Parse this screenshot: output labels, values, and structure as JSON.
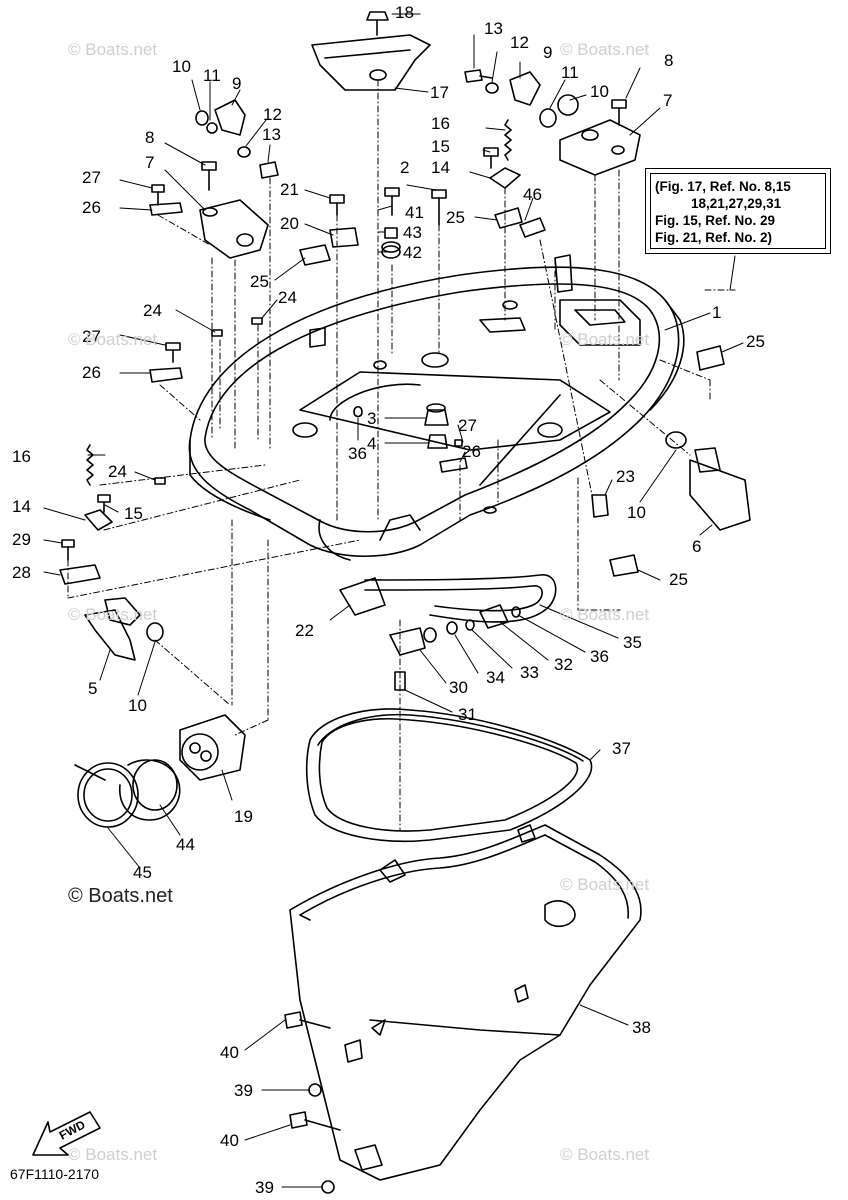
{
  "watermarks": {
    "brand": "© Boats.net"
  },
  "note": {
    "lines": [
      "(Fig. 17, Ref. No. 8,15",
      "18,21,27,29,31",
      "Fig. 15, Ref. No. 29",
      "Fig. 21, Ref. No. 2)"
    ]
  },
  "fwd_label": "FWD",
  "diagram_code": "67F1110-2170",
  "callouts": [
    {
      "num": "18"
    },
    {
      "num": "17"
    },
    {
      "num": "13"
    },
    {
      "num": "12"
    },
    {
      "num": "9"
    },
    {
      "num": "8"
    },
    {
      "num": "11"
    },
    {
      "num": "10"
    },
    {
      "num": "7"
    },
    {
      "num": "16"
    },
    {
      "num": "15"
    },
    {
      "num": "14"
    },
    {
      "num": "46"
    },
    {
      "num": "25"
    },
    {
      "num": "2"
    },
    {
      "num": "41"
    },
    {
      "num": "43"
    },
    {
      "num": "42"
    },
    {
      "num": "21"
    },
    {
      "num": "20"
    },
    {
      "num": "25"
    },
    {
      "num": "24"
    },
    {
      "num": "24"
    },
    {
      "num": "27"
    },
    {
      "num": "26"
    },
    {
      "num": "10"
    },
    {
      "num": "11"
    },
    {
      "num": "9"
    },
    {
      "num": "12"
    },
    {
      "num": "13"
    },
    {
      "num": "8"
    },
    {
      "num": "7"
    },
    {
      "num": "27"
    },
    {
      "num": "26"
    },
    {
      "num": "1"
    },
    {
      "num": "25"
    },
    {
      "num": "3"
    },
    {
      "num": "27"
    },
    {
      "num": "4"
    },
    {
      "num": "26"
    },
    {
      "num": "36"
    },
    {
      "num": "23"
    },
    {
      "num": "10"
    },
    {
      "num": "6"
    },
    {
      "num": "16"
    },
    {
      "num": "24"
    },
    {
      "num": "15"
    },
    {
      "num": "14"
    },
    {
      "num": "29"
    },
    {
      "num": "28"
    },
    {
      "num": "25"
    },
    {
      "num": "22"
    },
    {
      "num": "35"
    },
    {
      "num": "36"
    },
    {
      "num": "32"
    },
    {
      "num": "33"
    },
    {
      "num": "34"
    },
    {
      "num": "30"
    },
    {
      "num": "31"
    },
    {
      "num": "5"
    },
    {
      "num": "10"
    },
    {
      "num": "37"
    },
    {
      "num": "19"
    },
    {
      "num": "44"
    },
    {
      "num": "45"
    },
    {
      "num": "38"
    },
    {
      "num": "40"
    },
    {
      "num": "39"
    },
    {
      "num": "40"
    },
    {
      "num": "39"
    }
  ]
}
